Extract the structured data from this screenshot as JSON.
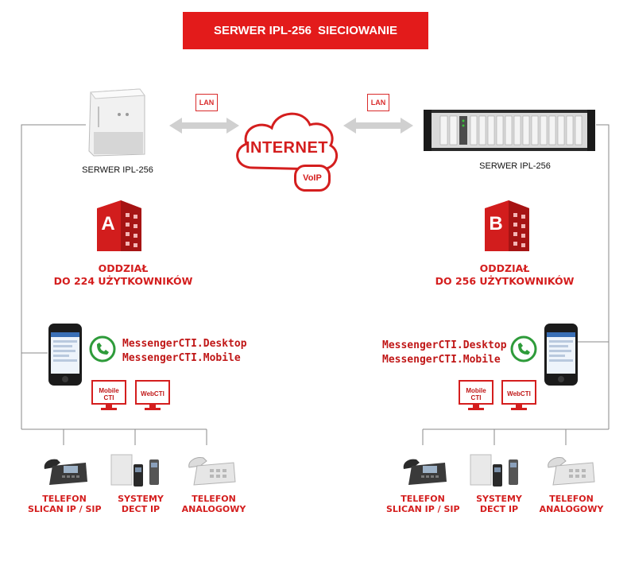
{
  "title": {
    "part1": "SERWER IPL-256",
    "part2": "SIECIOWANIE"
  },
  "network": {
    "lan_left": "LAN",
    "lan_right": "LAN",
    "internet": "INTERNET",
    "voip": "VoIP"
  },
  "branch_a": {
    "server_label": "SERWER IPL-256",
    "building_letter": "A",
    "line1": "ODDZIAŁ",
    "line2": "DO 224 UŻYTKOWNIKÓW",
    "messenger_desktop": "MessengerCTI.Desktop",
    "messenger_mobile": "MessengerCTI.Mobile",
    "monitor1": [
      "Mobile",
      "CTI"
    ],
    "monitor2": "WebCTI",
    "devices": [
      {
        "line1": "TELEFON",
        "line2": "SLICAN IP / SIP"
      },
      {
        "line1": "SYSTEMY",
        "line2": "DECT IP"
      },
      {
        "line1": "TELEFON",
        "line2": "ANALOGOWY"
      }
    ]
  },
  "branch_b": {
    "server_label": "SERWER IPL-256",
    "building_letter": "B",
    "line1": "ODDZIAŁ",
    "line2": "DO 256 UŻYTKOWNIKÓW",
    "messenger_desktop": "MessengerCTI.Desktop",
    "messenger_mobile": "MessengerCTI.Mobile",
    "monitor1": [
      "Mobile",
      "CTI"
    ],
    "monitor2": "WebCTI",
    "devices": [
      {
        "line1": "TELEFON",
        "line2": "SLICAN IP / SIP"
      },
      {
        "line1": "SYSTEMY",
        "line2": "DECT IP"
      },
      {
        "line1": "TELEFON",
        "line2": "ANALOGOWY"
      }
    ]
  },
  "colors": {
    "brand_red": "#e31b1b",
    "text_red": "#d41e1e",
    "line_gray": "#8a8a8a",
    "arrow_gray": "#d0d0d0"
  }
}
